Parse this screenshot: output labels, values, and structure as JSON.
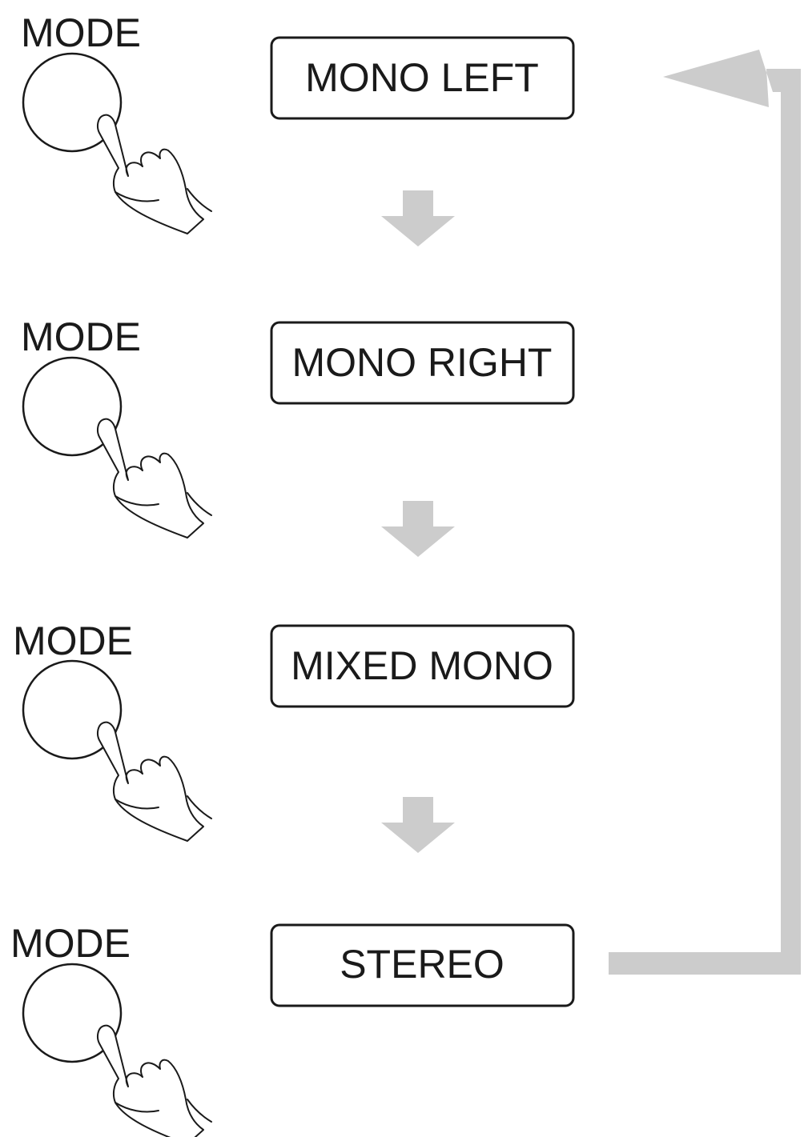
{
  "colors": {
    "arrow": "#cccccc",
    "outline": "#1a1a1a",
    "background": "#ffffff"
  },
  "steps": [
    {
      "button_label": "MODE",
      "display": "MONO LEFT"
    },
    {
      "button_label": "MODE",
      "display": "MONO RIGHT"
    },
    {
      "button_label": "MODE",
      "display": "MIXED MONO"
    },
    {
      "button_label": "MODE",
      "display": "STEREO"
    }
  ],
  "icons": {
    "button": "mode-button-icon",
    "hand": "pointing-hand-icon",
    "step_arrow": "arrow-down-icon",
    "loop_arrow": "loop-back-arrow-icon"
  }
}
